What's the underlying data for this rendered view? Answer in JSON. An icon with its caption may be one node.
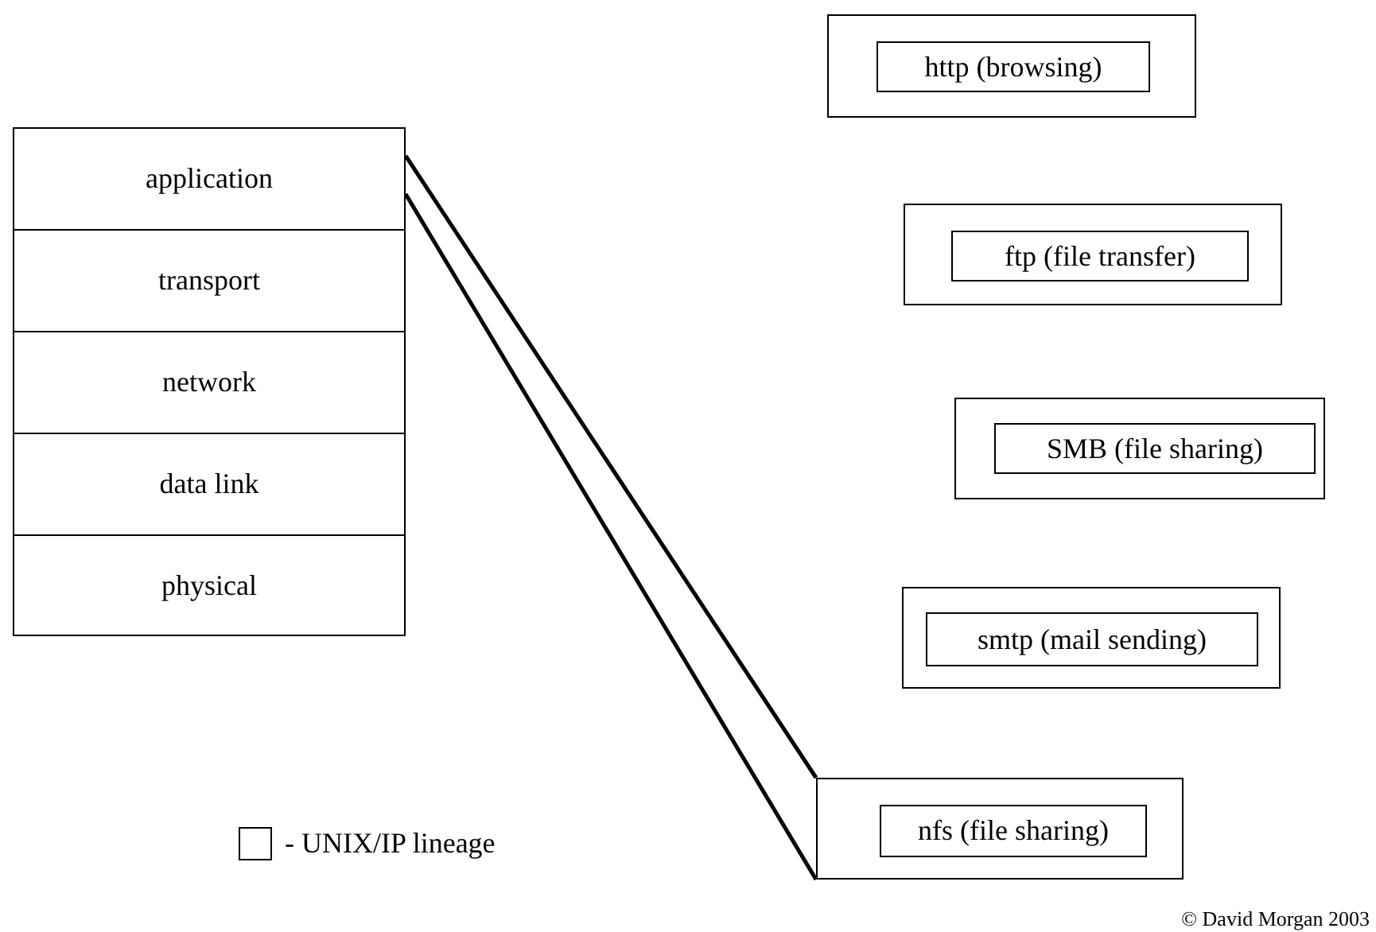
{
  "diagram": {
    "nodes": [
      {
        "text": [
          "application"
        ]
      },
      {
        "text": [
          "transport"
        ]
      },
      {
        "text": [
          "network"
        ]
      },
      {
        "text": [
          "data link"
        ]
      },
      {
        "text": [
          "physical"
        ]
      },
      {
        "text": [],
        "shape": "box"
      },
      {
        "text": [
          "http (browsing)"
        ],
        "in": 5
      },
      {
        "text": [],
        "shape": "box"
      },
      {
        "text": [
          "ftp (file transfer)"
        ],
        "in": 7
      },
      {
        "text": [],
        "shape": "box"
      },
      {
        "text": [
          "SMB (file sharing)"
        ],
        "in": 9
      },
      {
        "text": [],
        "shape": "box"
      },
      {
        "text": [
          "smtp (mail sending)"
        ],
        "in": 11
      },
      {
        "text": [],
        "shape": "box"
      },
      {
        "text": [
          "nfs (file sharing)"
        ],
        "in": 13
      }
    ],
    "edges": [
      {
        "from": 0,
        "to": 13,
        "arrow": "none"
      },
      {
        "from": 0,
        "to": 13,
        "arrow": "none"
      }
    ],
    "labels": [
      "© David Morgan 2003"
    ],
    "legend": [
      {
        "text": "- UNIX/IP lineage"
      }
    ]
  }
}
